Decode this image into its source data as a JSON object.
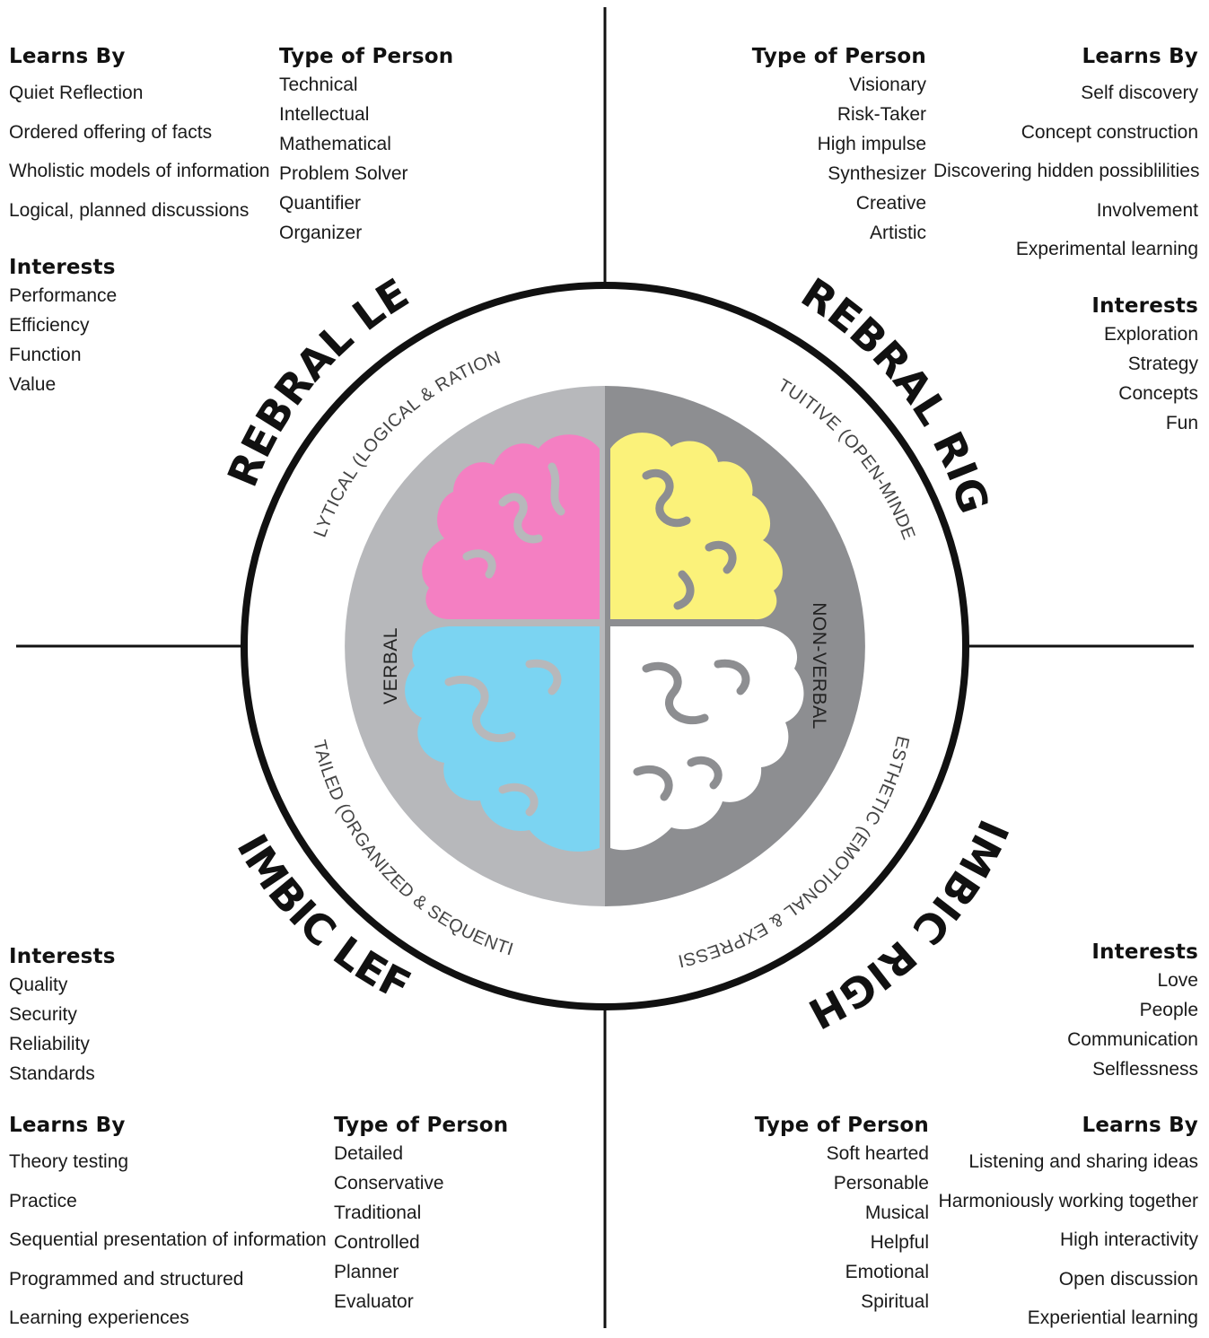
{
  "colors": {
    "left_disc": "#b7b8bb",
    "right_disc": "#8d8e91",
    "cerebral_left": "#f47fc2",
    "cerebral_right": "#fbf27a",
    "limbic_left": "#7bd4f2",
    "limbic_right": "#ffffff",
    "lines": "#111111"
  },
  "quadrants": {
    "cerebral_left": {
      "title": "CEREBRAL LEFT",
      "mode": "ANALYTICAL (LOGICAL & RATIONAL)",
      "learns_by": {
        "heading": "Learns By",
        "items": [
          "Quiet Reflection",
          "Ordered offering of facts",
          "Wholistic models of information",
          "Logical, planned discussions"
        ]
      },
      "type_of_person": {
        "heading": "Type of Person",
        "items": [
          "Technical",
          "Intellectual",
          "Mathematical",
          "Problem Solver",
          "Quantifier",
          "Organizer"
        ]
      },
      "interests": {
        "heading": "Interests",
        "items": [
          "Performance",
          "Efficiency",
          "Function",
          "Value"
        ]
      }
    },
    "cerebral_right": {
      "title": "CEREBRAL RIGHT",
      "mode": "INTUITIVE (OPEN-MINDED)",
      "learns_by": {
        "heading": "Learns By",
        "items": [
          "Self discovery",
          "Concept construction",
          "Discovering hidden possiblilities",
          "Involvement",
          "Experimental learning"
        ]
      },
      "type_of_person": {
        "heading": "Type of Person",
        "items": [
          "Visionary",
          "Risk-Taker",
          "High impulse",
          "Synthesizer",
          "Creative",
          "Artistic"
        ]
      },
      "interests": {
        "heading": "Interests",
        "items": [
          "Exploration",
          "Strategy",
          "Concepts",
          "Fun"
        ]
      }
    },
    "limbic_left": {
      "title": "LIMBIC LEFT",
      "mode": "DETAILED (ORGANIZED & SEQUENTIAL)",
      "learns_by": {
        "heading": "Learns By",
        "items": [
          "Theory testing",
          "Practice",
          "Sequential presentation of information",
          "Programmed and structured",
          "Learning experiences"
        ]
      },
      "type_of_person": {
        "heading": "Type of Person",
        "items": [
          "Detailed",
          "Conservative",
          "Traditional",
          "Controlled",
          "Planner",
          "Evaluator"
        ]
      },
      "interests": {
        "heading": "Interests",
        "items": [
          "Quality",
          "Security",
          "Reliability",
          "Standards"
        ]
      }
    },
    "limbic_right": {
      "title": "LIMBIC RIGHT",
      "mode": "KINESTHETIC (EMOTIONAL & EXPRESSIVE)",
      "learns_by": {
        "heading": "Learns By",
        "items": [
          "Listening and sharing ideas",
          "Harmoniously working together",
          "High interactivity",
          "Open discussion",
          "Experiential learning"
        ]
      },
      "type_of_person": {
        "heading": "Type of Person",
        "items": [
          "Soft hearted",
          "Personable",
          "Musical",
          "Helpful",
          "Emotional",
          "Spiritual"
        ]
      },
      "interests": {
        "heading": "Interests",
        "items": [
          "Love",
          "People",
          "Communication",
          "Selflessness"
        ]
      }
    }
  },
  "center": {
    "verbal": "VERBAL",
    "non_verbal": "NON-VERBAL"
  }
}
